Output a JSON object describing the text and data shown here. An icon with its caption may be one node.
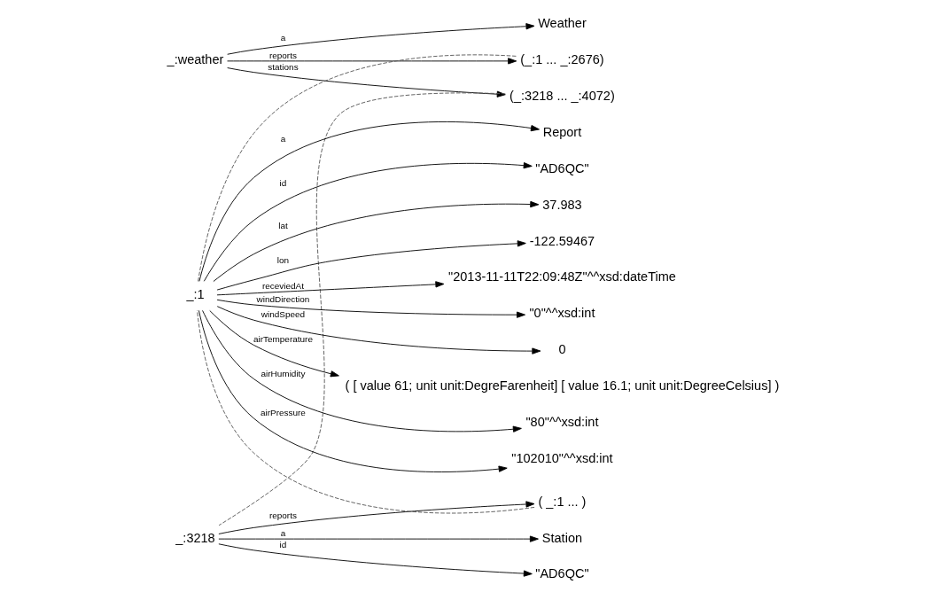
{
  "diagram": {
    "nodes": [
      {
        "text": [
          "_:weather"
        ]
      },
      {
        "text": [
          "Weather"
        ]
      },
      {
        "text": [
          "(_:1 ... _:2676)"
        ]
      },
      {
        "text": [
          "(_:3218 ... _:4072)"
        ]
      },
      {
        "text": [
          "_:1"
        ]
      },
      {
        "text": [
          "Report"
        ]
      },
      {
        "text": [
          "\"AD6QC\""
        ]
      },
      {
        "text": [
          "37.983"
        ]
      },
      {
        "text": [
          "-122.59467"
        ]
      },
      {
        "text": [
          "\"2013-11-11T22:09:48Z\"^^xsd:dateTime"
        ]
      },
      {
        "text": [
          "\"0\"^^xsd:int"
        ]
      },
      {
        "text": [
          "0"
        ]
      },
      {
        "text": [
          "( [ value 61; unit unit:DegreFarenheit] [ value 16.1; unit unit:DegreeCelsius] )"
        ]
      },
      {
        "text": [
          "\"80\"^^xsd:int"
        ]
      },
      {
        "text": [
          "\"102010\"^^xsd:int"
        ]
      },
      {
        "text": [
          "_:3218"
        ]
      },
      {
        "text": [
          "Station"
        ]
      },
      {
        "text": [
          "\"AD6QC\""
        ]
      },
      {
        "text": [
          "( _:1 ... )"
        ]
      }
    ],
    "edges": [
      {
        "from": 0,
        "to": 1,
        "arrow": "to",
        "label": "a"
      },
      {
        "from": 0,
        "to": 2,
        "arrow": "to",
        "label": "reports"
      },
      {
        "from": 0,
        "to": 3,
        "arrow": "to",
        "label": "stations"
      },
      {
        "from": 2,
        "to": 4,
        "arrow": "none",
        "style": "dashed",
        "color": "#555555"
      },
      {
        "from": 3,
        "to": 15,
        "arrow": "none",
        "style": "dashed",
        "color": "#555555"
      },
      {
        "from": 18,
        "to": 4,
        "arrow": "none",
        "style": "dashed",
        "color": "#555555"
      },
      {
        "from": 4,
        "to": 5,
        "arrow": "to",
        "label": "a"
      },
      {
        "from": 4,
        "to": 6,
        "arrow": "to",
        "label": "id"
      },
      {
        "from": 4,
        "to": 7,
        "arrow": "to",
        "label": "lat"
      },
      {
        "from": 4,
        "to": 8,
        "arrow": "to",
        "label": "lon"
      },
      {
        "from": 4,
        "to": 9,
        "arrow": "to",
        "label": "receviedAt"
      },
      {
        "from": 4,
        "to": 10,
        "arrow": "to",
        "label": "windDirection"
      },
      {
        "from": 4,
        "to": 11,
        "arrow": "to",
        "label": "windSpeed"
      },
      {
        "from": 4,
        "to": 12,
        "arrow": "to",
        "label": "airTemperature"
      },
      {
        "from": 4,
        "to": 13,
        "arrow": "to",
        "label": "airHumidity"
      },
      {
        "from": 4,
        "to": 14,
        "arrow": "to",
        "label": "airPressure"
      },
      {
        "from": 15,
        "to": 16,
        "arrow": "to",
        "label": "a"
      },
      {
        "from": 15,
        "to": 17,
        "arrow": "to",
        "label": "id"
      },
      {
        "from": 15,
        "to": 18,
        "arrow": "to",
        "label": "reports"
      }
    ]
  }
}
